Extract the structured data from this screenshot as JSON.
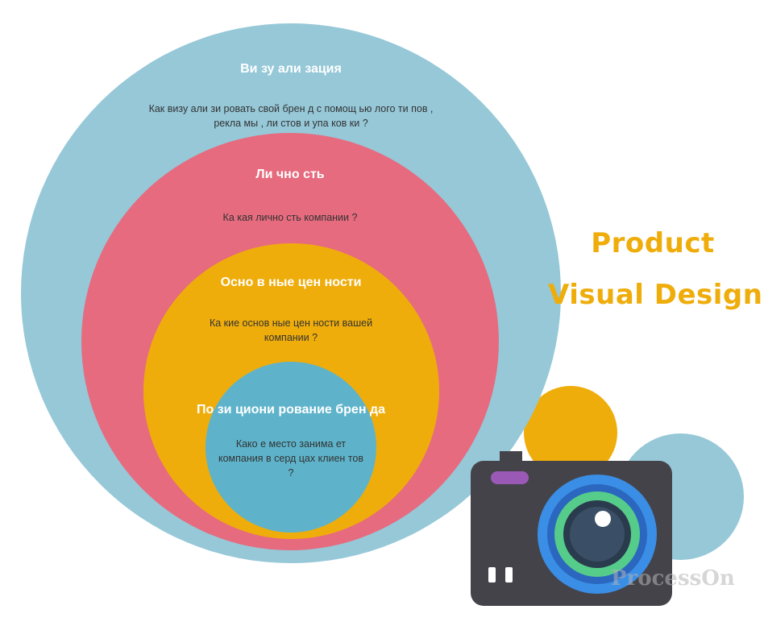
{
  "diagram": {
    "layers": [
      {
        "title": "Ви зу али зация",
        "description": "Как визу али зи ровать свой брен д с помощ ью лого ти пов , рекла мы , ли стов и упа ков ки ?",
        "color": "#96c8d8"
      },
      {
        "title": "Ли чно сть",
        "description": "Ка кая лично сть компании ?",
        "color": "#e66b7e"
      },
      {
        "title": "Осно в ные цен ности",
        "description": "Ка кие основ ные цен ности вашей компании ?",
        "color": "#efad0b"
      },
      {
        "title": "По зи циони рование брен да",
        "description": "Како е место занима ет компания в серд цах клиен тов ?",
        "color": "#5eb3ca"
      }
    ]
  },
  "heading": {
    "line1": "Product",
    "line2": "Visual Design",
    "color": "#efad0b"
  },
  "icons": {
    "camera": "camera-icon"
  },
  "watermark": {
    "text": "ProcessOn"
  }
}
